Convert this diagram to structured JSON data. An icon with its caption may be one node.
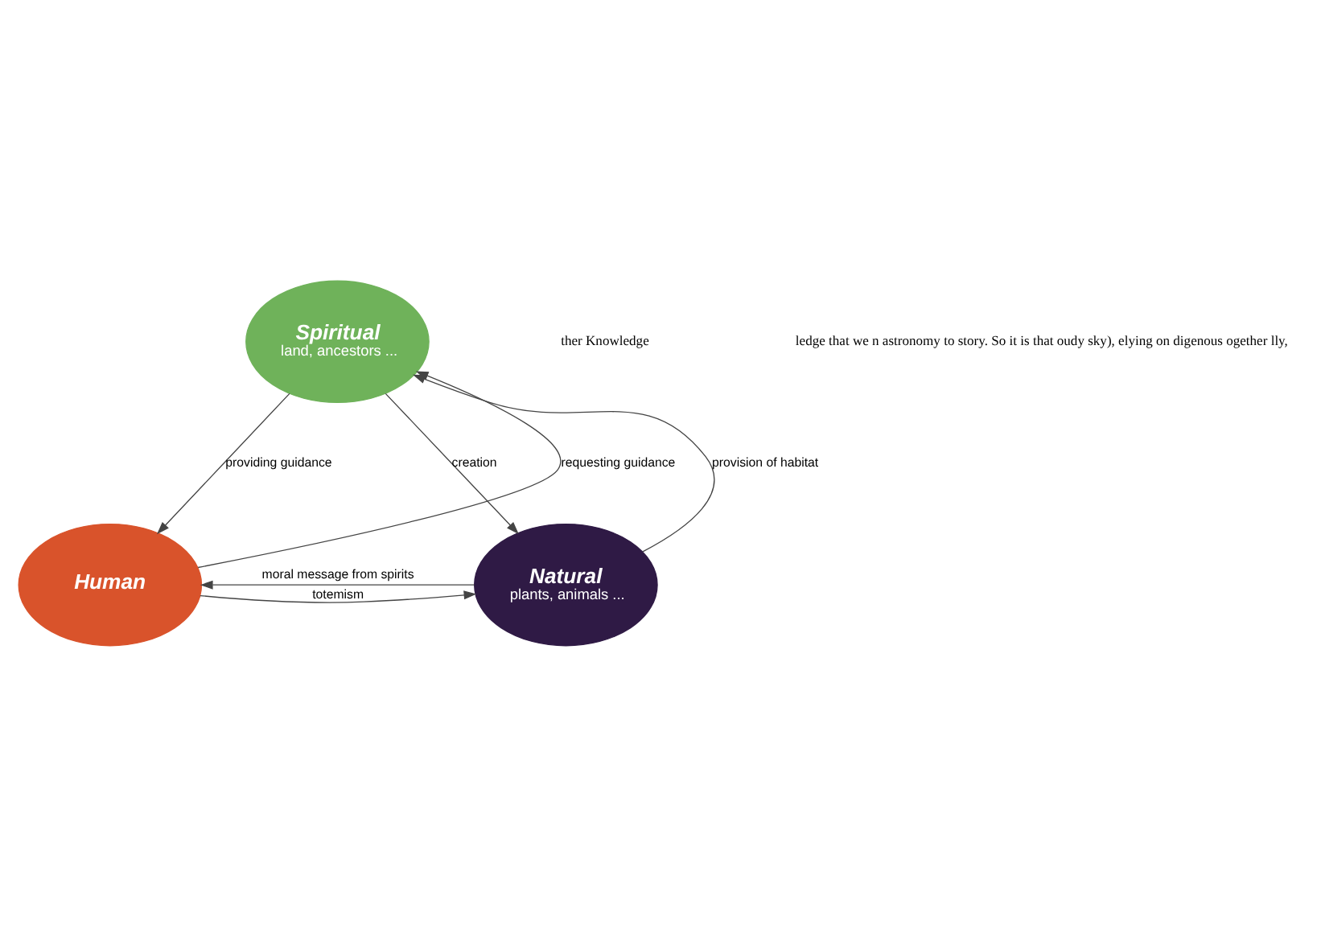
{
  "diagram": {
    "nodes": [
      {
        "text": [
          "Spiritual",
          "land, ancestors ..."
        ]
      },
      {
        "text": [
          "Human"
        ]
      },
      {
        "text": [
          "Natural",
          "plants, animals ..."
        ]
      }
    ],
    "edges": [
      {
        "from": 1,
        "to": 0,
        "arrow": "to",
        "label": "requesting guidance"
      },
      {
        "from": 0,
        "to": 1,
        "arrow": "to",
        "label": "providing guidance"
      },
      {
        "from": 2,
        "to": 0,
        "arrow": "to",
        "label": "provision of habitat"
      },
      {
        "from": 0,
        "to": 2,
        "arrow": "to",
        "label": "creation"
      },
      {
        "from": 1,
        "to": 2,
        "arrow": "to",
        "label": "totemism"
      },
      {
        "from": 2,
        "to": 1,
        "arrow": "to",
        "label": "moral message from spirits"
      }
    ],
    "labels": [
      "ther Knowledge",
      "ledge that we n astronomy to story. So it is that oudy sky), elying on digenous ogether lly,"
    ]
  }
}
